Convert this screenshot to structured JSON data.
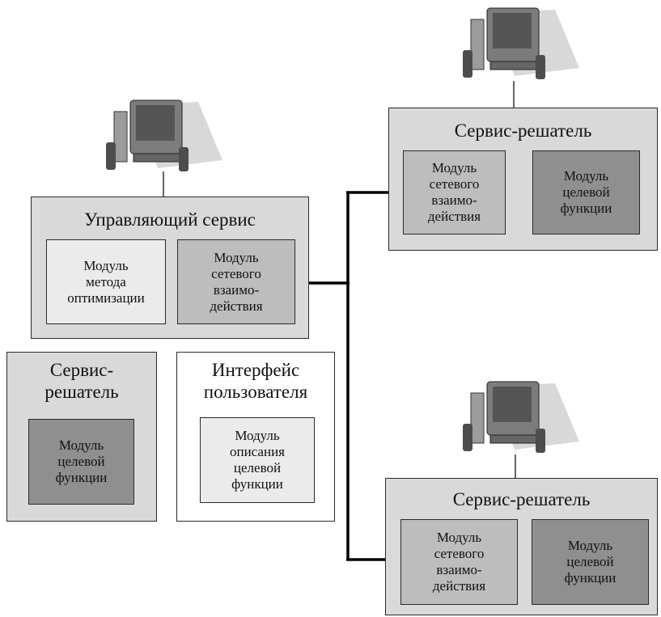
{
  "colors": {
    "outer_box": "#d9d9d9",
    "module_light": "#ebebeb",
    "module_medium": "#bdbdbd",
    "module_dark": "#8f8f8f",
    "connector": "#000000"
  },
  "control_service": {
    "title": "Управляющий сервис",
    "optimization_module": "Модуль\nметода\nоптимизации",
    "network_module": "Модуль\nсетевого\nвзаимо-\nдействия"
  },
  "local_solver": {
    "title": "Сервис-\nрешатель",
    "target_module": "Модуль\nцелевой\nфункции"
  },
  "user_interface": {
    "title": "Интерфейс\nпользователя",
    "description_module": "Модуль\nописания\nцелевой\nфункции"
  },
  "remote_solver_top": {
    "title": "Сервис-решатель",
    "network_module": "Модуль\nсетевого\nвзаимо-\nдействия",
    "target_module": "Модуль\nцелевой\nфункции"
  },
  "remote_solver_bottom": {
    "title": "Сервис-решатель",
    "network_module": "Модуль\nсетевого\nвзаимо-\nдействия",
    "target_module": "Модуль\nцелевой\nфункции"
  },
  "icons": [
    "computer-icon",
    "computer-icon",
    "computer-icon"
  ]
}
